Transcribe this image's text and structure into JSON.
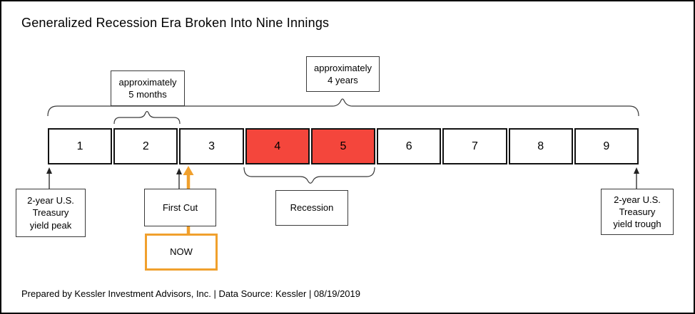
{
  "title": "Generalized Recession Era Broken Into Nine Innings",
  "timeline": {
    "cells": [
      "1",
      "2",
      "3",
      "4",
      "5",
      "6",
      "7",
      "8",
      "9"
    ],
    "highlighted_cells": [
      "4",
      "5"
    ]
  },
  "annotations": {
    "five_months": "approximately\n5 months",
    "four_years": "approximately\n4 years",
    "yield_peak": "2-year U.S.\nTreasury\nyield peak",
    "first_cut": "First Cut",
    "now": "NOW",
    "recession": "Recession",
    "yield_trough": "2-year U.S.\nTreasury\nyield trough"
  },
  "colors": {
    "highlight_red": "#F4463C",
    "now_orange": "#F0A02D",
    "line_gray": "#3a3a3a"
  },
  "footer": "Prepared by Kessler Investment Advisors, Inc. | Data Source: Kessler | 08/19/2019"
}
